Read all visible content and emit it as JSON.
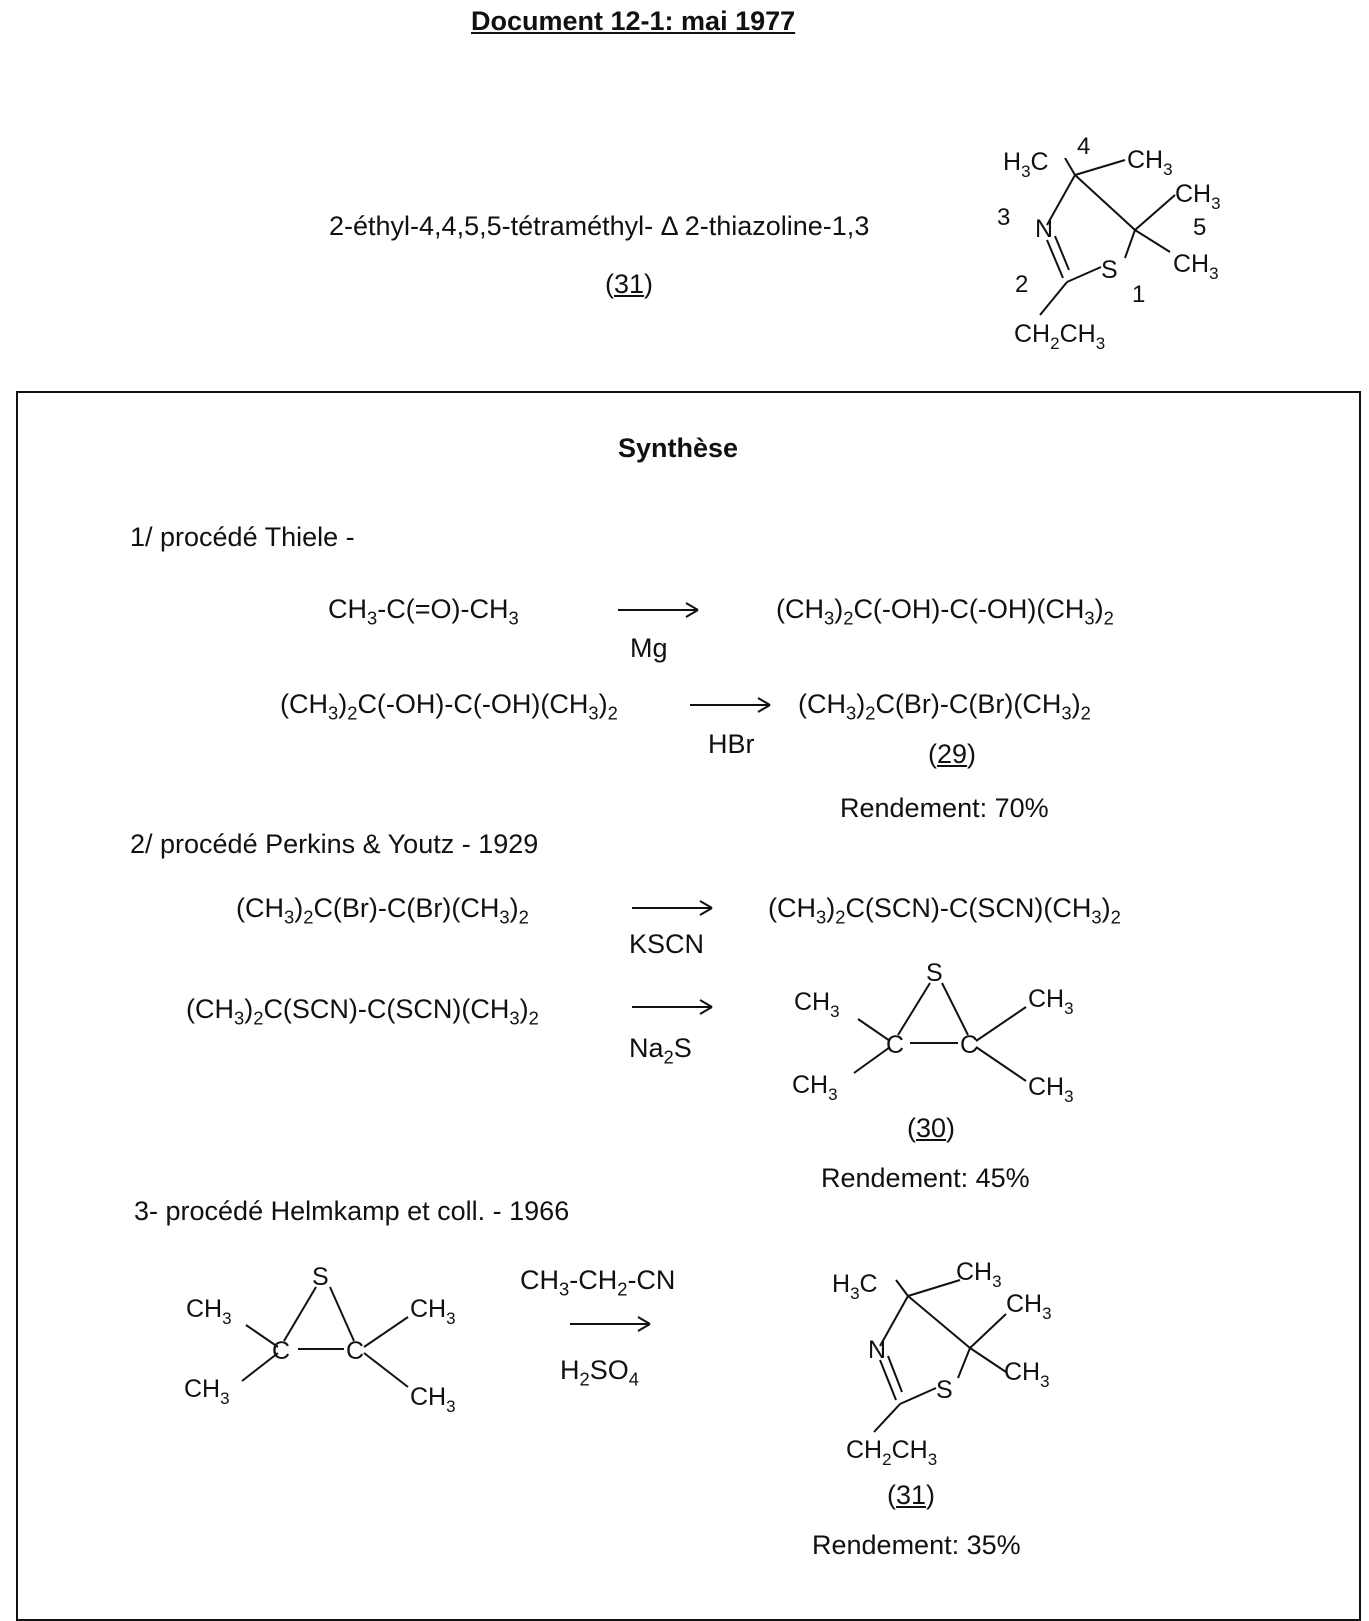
{
  "header": {
    "title": "Document 12-1: mai 1977"
  },
  "compound": {
    "name_prefix": "2-éthyl-4,4,5,5-tétraméthyl-",
    "delta": "Δ",
    "name_suffix": "2-thiazoline-1,3",
    "ref": "31"
  },
  "section_title": "Synthèse",
  "step1": {
    "heading": "1/ procédé Thiele -",
    "r1": {
      "left": "CH3-C(=O)-CH3",
      "reagent": "Mg",
      "right": "(CH3)2C(-OH)-C(-OH)(CH3)2"
    },
    "r2": {
      "left": "(CH3)2C(-OH)-C(-OH)(CH3)2",
      "reagent": "HBr",
      "right": "(CH3)2C(Br)-C(Br)(CH3)2",
      "ref": "29"
    },
    "yield": "Rendement: 70%"
  },
  "step2": {
    "heading": "2/ procédé Perkins & Youtz - 1929",
    "r1": {
      "left": "(CH3)2C(Br)-C(Br)(CH3)2",
      "reagent": "KSCN",
      "right": "(CH3)2C(SCN)-C(SCN)(CH3)2"
    },
    "r2": {
      "left": "(CH3)2C(SCN)-C(SCN)(CH3)2",
      "reagent": "Na2S",
      "ref": "30"
    },
    "yield": "Rendement: 45%"
  },
  "step3": {
    "heading": "3- procédé Helmkamp et coll. - 1966",
    "reagent_top": "CH3-CH2-CN",
    "reagent_bottom": "H2SO4",
    "ref": "31",
    "yield": "Rendement: 35%"
  },
  "atoms": {
    "S": "S",
    "N": "N",
    "C": "C",
    "methyl": "CH3",
    "ethyl": "CH2CH3",
    "ring_numbers": [
      "1",
      "2",
      "3",
      "4",
      "5"
    ]
  }
}
